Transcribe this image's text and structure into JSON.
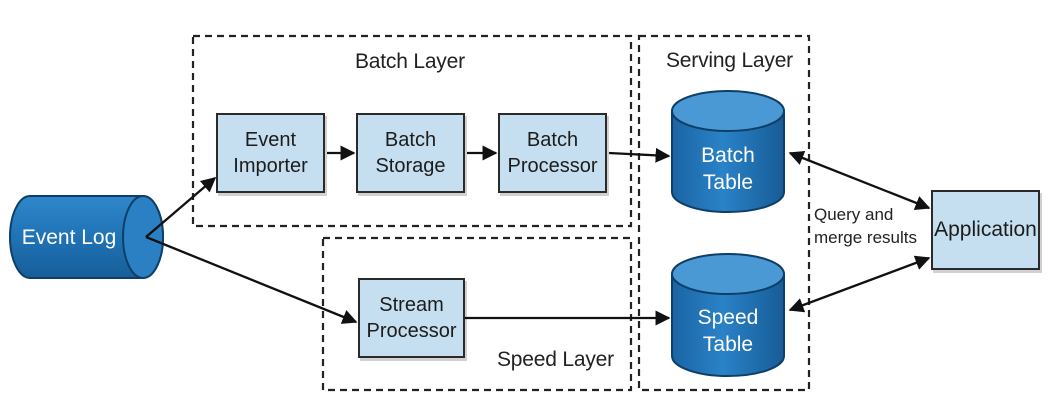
{
  "layers": {
    "batch": "Batch Layer",
    "serving": "Serving Layer",
    "speed": "Speed Layer"
  },
  "nodes": {
    "event_log": "Event Log",
    "event_importer": {
      "line1": "Event",
      "line2": "Importer"
    },
    "batch_storage": {
      "line1": "Batch",
      "line2": "Storage"
    },
    "batch_processor": {
      "line1": "Batch",
      "line2": "Processor"
    },
    "stream_processor": {
      "line1": "Stream",
      "line2": "Processor"
    },
    "batch_table": {
      "line1": "Batch",
      "line2": "Table"
    },
    "speed_table": {
      "line1": "Speed",
      "line2": "Table"
    },
    "application": "Application"
  },
  "query_note": {
    "line1": "Query and",
    "line2": "merge results"
  },
  "colors": {
    "box_fill": "#c6dff0",
    "cylinder_fill": "#1f73b6",
    "cylinder_top": "#4a99d4",
    "cylinder_edge": "#0e3f66",
    "border": "#2a2a2a",
    "arrow": "#111111"
  }
}
